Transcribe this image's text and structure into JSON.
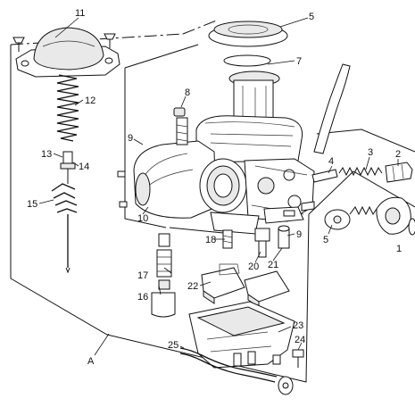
{
  "callouts": {
    "c1": "1",
    "c2": "2",
    "c3": "3",
    "c4": "4",
    "c5": "5",
    "c5b": "5",
    "c7": "7",
    "c8": "8",
    "c9": "9",
    "c9b": "9",
    "c10": "10",
    "c11": "11",
    "c12": "12",
    "c13": "13",
    "c14": "14",
    "c15": "15",
    "c16": "16",
    "c17": "17",
    "c18": "18",
    "c20": "20",
    "c21": "21",
    "c22": "22",
    "c23": "23",
    "c24": "24",
    "c25": "25",
    "cA": "A"
  }
}
